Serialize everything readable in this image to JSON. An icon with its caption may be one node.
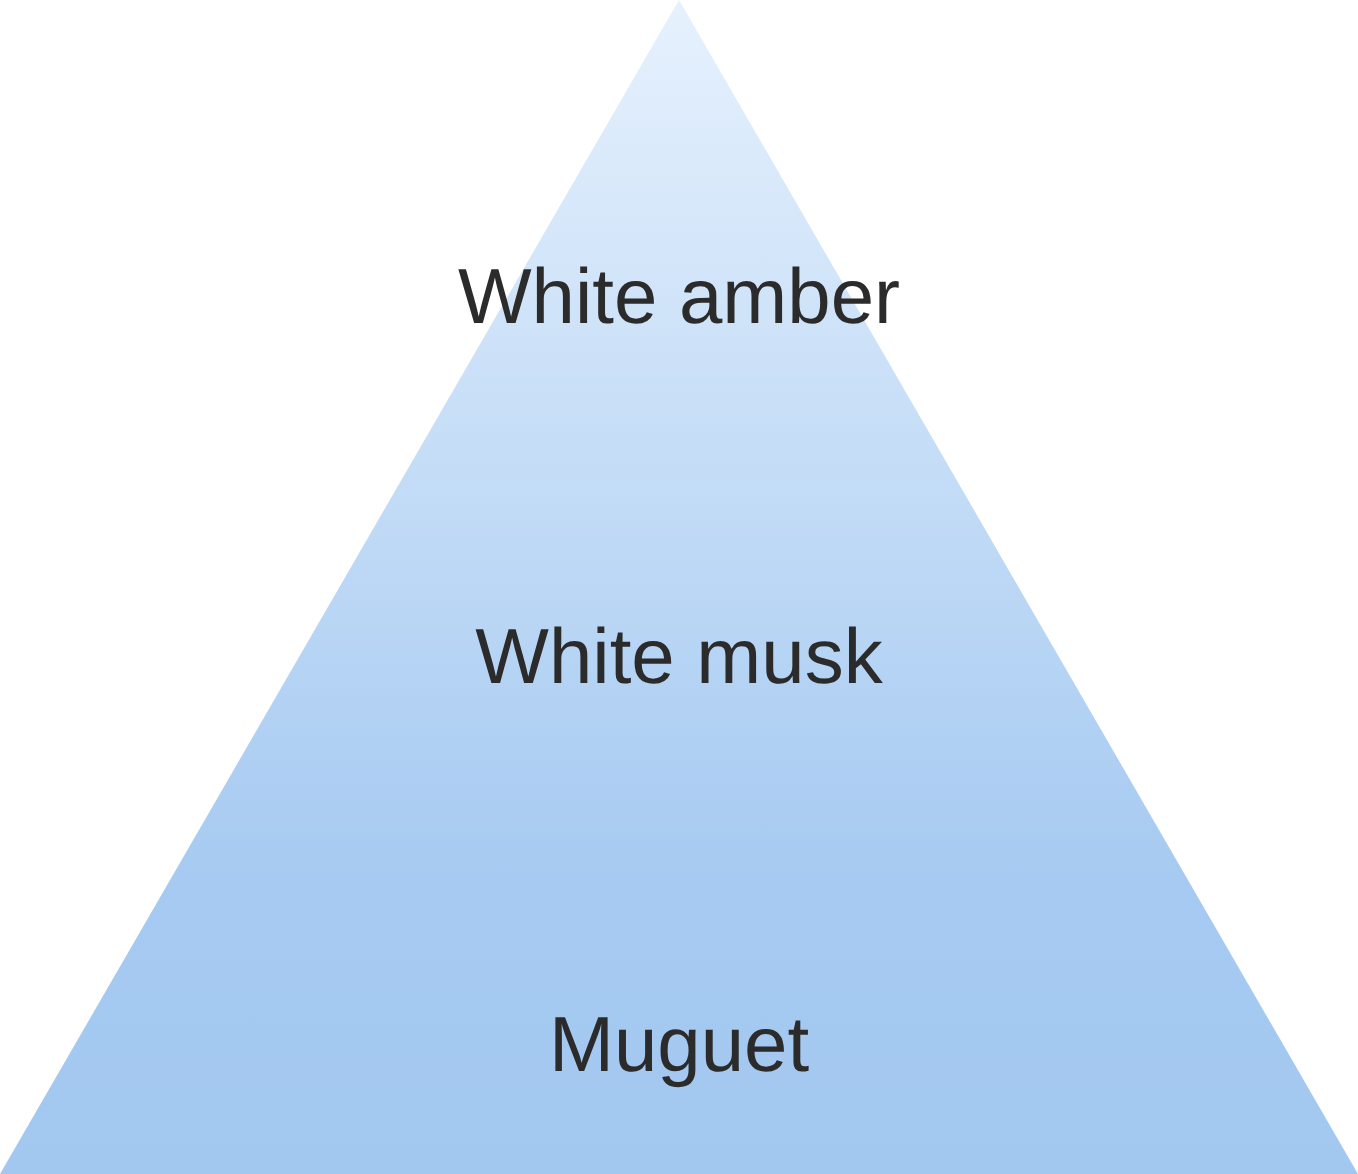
{
  "diagram": {
    "nodes": [
      {
        "text": [
          "White amber",
          "White musk",
          "Muguet"
        ]
      }
    ]
  }
}
